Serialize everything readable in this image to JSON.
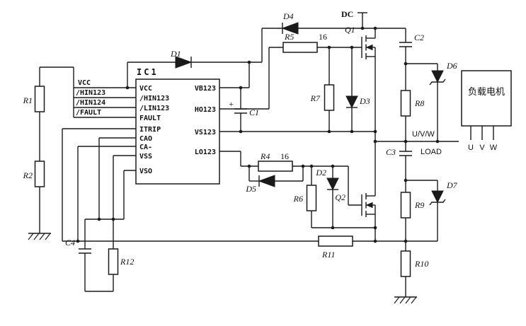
{
  "ic": {
    "name": "IC1",
    "left_pins": [
      "VCC",
      "/HIN123",
      "/LIN123",
      "FAULT",
      "ITRIP",
      "CAO",
      "CA-",
      "VSS",
      "VSO"
    ],
    "right_pins": [
      "VB123",
      "HO123",
      "VS123",
      "LO123"
    ]
  },
  "inputs": {
    "vcc": "VCC",
    "hin123": "/HIN123",
    "hin124": "/HIN124",
    "fault": "/FAULT"
  },
  "refs": {
    "r1": "R1",
    "r2": "R2",
    "r4": "R4",
    "r5": "R5",
    "r6": "R6",
    "r7": "R7",
    "r8": "R8",
    "r9": "R9",
    "r10": "R10",
    "r11": "R11",
    "r12": "R12",
    "c1": "C1",
    "c2": "C2",
    "c3": "C3",
    "c4": "C4",
    "d1": "D1",
    "d2": "D2",
    "d3": "D3",
    "d4": "D4",
    "d5": "D5",
    "d6": "D6",
    "d7": "D7",
    "q1": "Q1",
    "q2": "Q2"
  },
  "values": {
    "r4": "16",
    "r5": "16"
  },
  "marks": {
    "plus": "+"
  },
  "labels": {
    "dc": "DC",
    "uvw": "U/V/W",
    "load": "LOAD",
    "motor": "负载电机",
    "u": "U",
    "v": "V",
    "w": "W"
  },
  "colors": {
    "ink": "#1a1a1a",
    "bg": "#ffffff"
  }
}
